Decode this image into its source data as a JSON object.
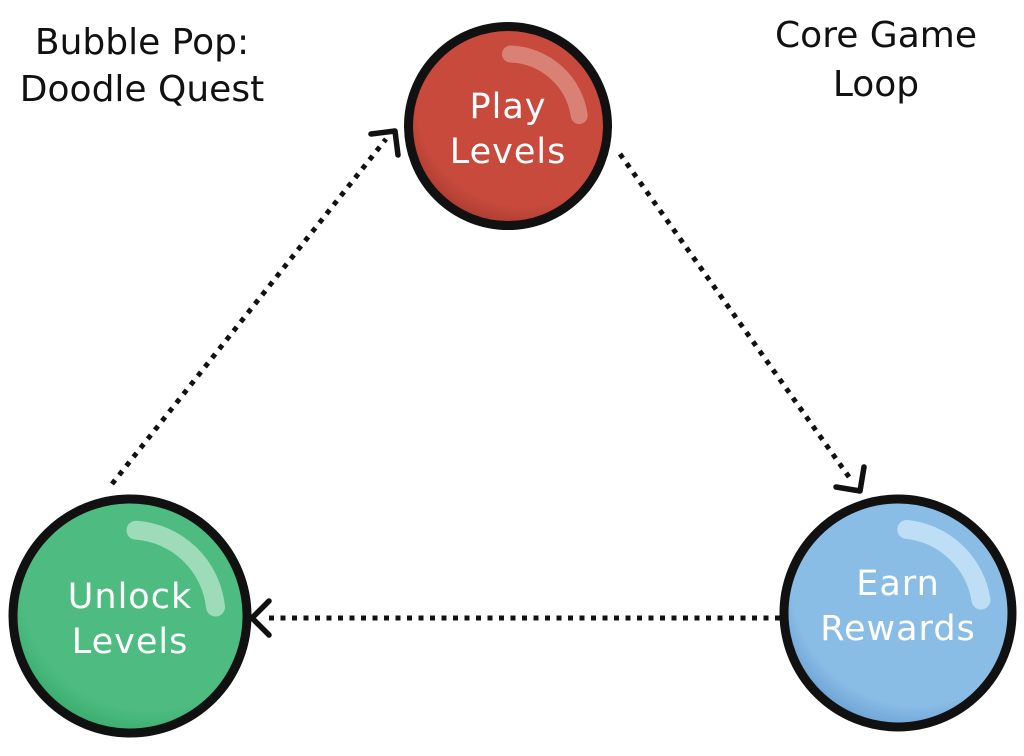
{
  "page": {
    "background_color": "#ffffff"
  },
  "titles": {
    "text_color": "#111111",
    "app_title_line1": "Bubble Pop:",
    "app_title_line2": "Doodle Quest",
    "loop_title_line1": "Core Game",
    "loop_title_line2": "Loop"
  },
  "diagram": {
    "type": "cycle",
    "outline_color": "#111111",
    "text_color": "#ffffff",
    "nodes": [
      {
        "id": "play-levels",
        "label": "Play Levels",
        "line1": "Play",
        "line2": "Levels",
        "color_inner": "#c74a3d",
        "color_outer": "#a93a2f",
        "color_highlight": "#d98175"
      },
      {
        "id": "earn-rewards",
        "label": "Earn Rewards",
        "line1": "Earn",
        "line2": "Rewards",
        "color_inner": "#8abde6",
        "color_outer": "#689fd3",
        "color_highlight": "#bedef5"
      },
      {
        "id": "unlock-levels",
        "label": "Unlock Levels",
        "line1": "Unlock",
        "line2": "Levels",
        "color_inner": "#4ebc81",
        "color_outer": "#36aa6a",
        "color_highlight": "#9edbb9"
      }
    ],
    "edges": [
      {
        "from": "play-levels",
        "to": "earn-rewards",
        "style": "dotted",
        "arrowhead": "open-chevron"
      },
      {
        "from": "earn-rewards",
        "to": "unlock-levels",
        "style": "dotted",
        "arrowhead": "open-chevron"
      },
      {
        "from": "unlock-levels",
        "to": "play-levels",
        "style": "dotted",
        "arrowhead": "open-chevron"
      }
    ]
  }
}
